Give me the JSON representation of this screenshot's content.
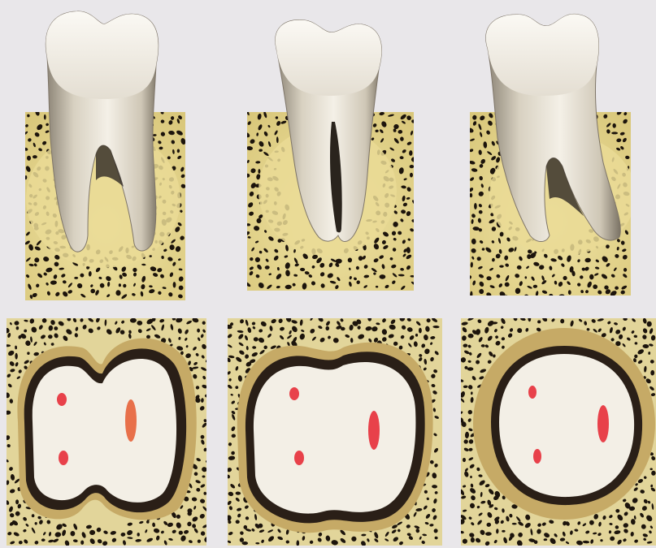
{
  "figure": {
    "background": "#e9e7ea",
    "colors": {
      "bone": "#e8d98a",
      "bone_dark": "#b89a52",
      "trabecula": "#1c140c",
      "socket_halo": "#c9ad6a",
      "lamina_dura": "#2a1f17",
      "root_section": "#f3efe6",
      "canal": "#e8414a",
      "enamel": "#f1ede4",
      "root": "#d9d2c2",
      "shadow": "#5c5348"
    },
    "teeth": [
      {
        "id": "molar-divergent-roots",
        "roots": "divergent",
        "canals": [
          "mesio-buccal",
          "mesio-lingual",
          "distal"
        ]
      },
      {
        "id": "molar-fused-roots",
        "roots": "fused",
        "canals": [
          "mesio-buccal",
          "mesio-lingual",
          "distal"
        ]
      },
      {
        "id": "molar-curved-roots",
        "roots": "curved",
        "canals": [
          "mesio-buccal",
          "mesio-lingual",
          "distal"
        ]
      }
    ]
  }
}
